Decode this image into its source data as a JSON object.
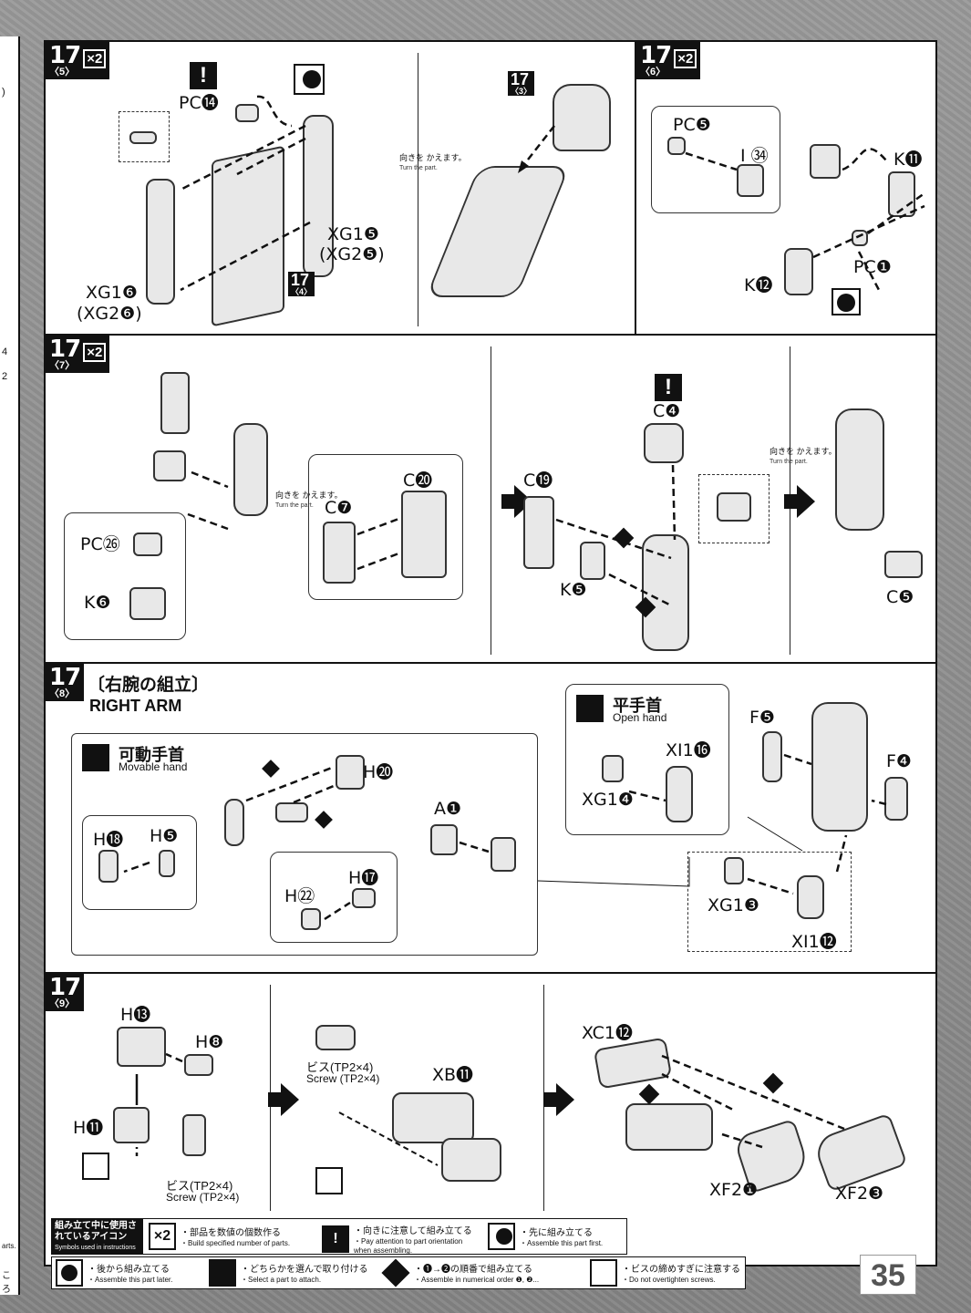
{
  "page_number": "35",
  "left_margin": {
    "numbers": [
      ")",
      "4",
      "2",
      "arts.",
      "ころ"
    ]
  },
  "steps": {
    "s5": {
      "step": "17",
      "sub": "〈5〉",
      "mult": "×2",
      "labels": {
        "pc14": "PC⓮",
        "xg15": "XG1❺",
        "xg25": "(XG2❺)",
        "xg16": "XG1❻",
        "xg26": "(XG2❻)",
        "ref4": "17",
        "ref4sub": "〈4〉"
      }
    },
    "s5b": {
      "ref": "17",
      "refsub": "〈3〉",
      "note_jp": "向きを かえます。",
      "note_en": "Turn the part."
    },
    "s6": {
      "step": "17",
      "sub": "〈6〉",
      "mult": "×2",
      "labels": {
        "pc5": "PC❺",
        "i34": "I ㉞",
        "k11": "K⓫",
        "k12": "K⓬",
        "pc1": "PC❶"
      }
    },
    "s7": {
      "step": "17",
      "sub": "〈7〉",
      "mult": "×2",
      "labels": {
        "c20": "C⓴",
        "c7": "C❼",
        "pc26": "PC㉖",
        "k6": "K❻",
        "c19": "C⓳",
        "c4": "C❹",
        "k5": "K❺",
        "c5": "C❺"
      },
      "note_jp": "向きを かえます。",
      "note_en": "Turn the part.",
      "note2_jp": "向きを かえます。",
      "note2_en": "Turn the part."
    },
    "s8": {
      "step": "17",
      "sub": "〈8〉",
      "title_jp": "〔右腕の組立〕",
      "title_en": "RIGHT ARM",
      "movable_jp": "可動手首",
      "movable_en": "Movable hand",
      "open_jp": "平手首",
      "open_en": "Open hand",
      "labels": {
        "h20": "H⓴",
        "h18": "H⓲",
        "h5": "H❺",
        "h22": "H㉒",
        "h17": "H⓱",
        "a1": "A❶",
        "xi16": "XI1⓰",
        "xg14": "XG1❹",
        "f5": "F❺",
        "f4": "F❹",
        "xg13": "XG1❸",
        "xi12": "XI1⓬"
      }
    },
    "s9": {
      "step": "17",
      "sub": "〈9〉",
      "labels": {
        "h13": "H⓭",
        "h8": "H❽",
        "h11": "H⓫",
        "screw_jp": "ビス(TP2×4)",
        "screw_en": "Screw (TP2×4)",
        "screw2_jp": "ビス(TP2×4)",
        "screw2_en": "Screw (TP2×4)",
        "xb11": "XB⓫",
        "xc12": "XC1⓬",
        "xf21": "XF2❶",
        "xf23": "XF2❸"
      }
    }
  },
  "legend": {
    "header_jp": "組み立て中に使用されているアイコン",
    "header_en": "Symbols used in instructions",
    "items": [
      {
        "jp": "・部品を数値の個数作る",
        "en": "・Build specified number of parts.",
        "icon": "×2"
      },
      {
        "jp": "・向きに注意して組み立てる",
        "en": "・Pay attention to part orientation when assembling.",
        "icon": "!"
      },
      {
        "jp": "・先に組み立てる",
        "en": "・Assemble this part first.",
        "icon": "first-icon"
      },
      {
        "jp": "・後から組み立てる",
        "en": "・Assemble this part later.",
        "icon": "later-icon"
      },
      {
        "jp": "・どちらかを選んで取り付ける",
        "en": "・Select a part to attach.",
        "icon": "select-icon"
      },
      {
        "jp": "・❶→❷の順番で組み立てる",
        "en": "・Assemble in numerical order ❶, ❷...",
        "icon": "order-icon"
      },
      {
        "jp": "・ビスの締めすぎに注意する",
        "en": "・Do not overtighten screws.",
        "icon": "screw-icon"
      }
    ]
  }
}
